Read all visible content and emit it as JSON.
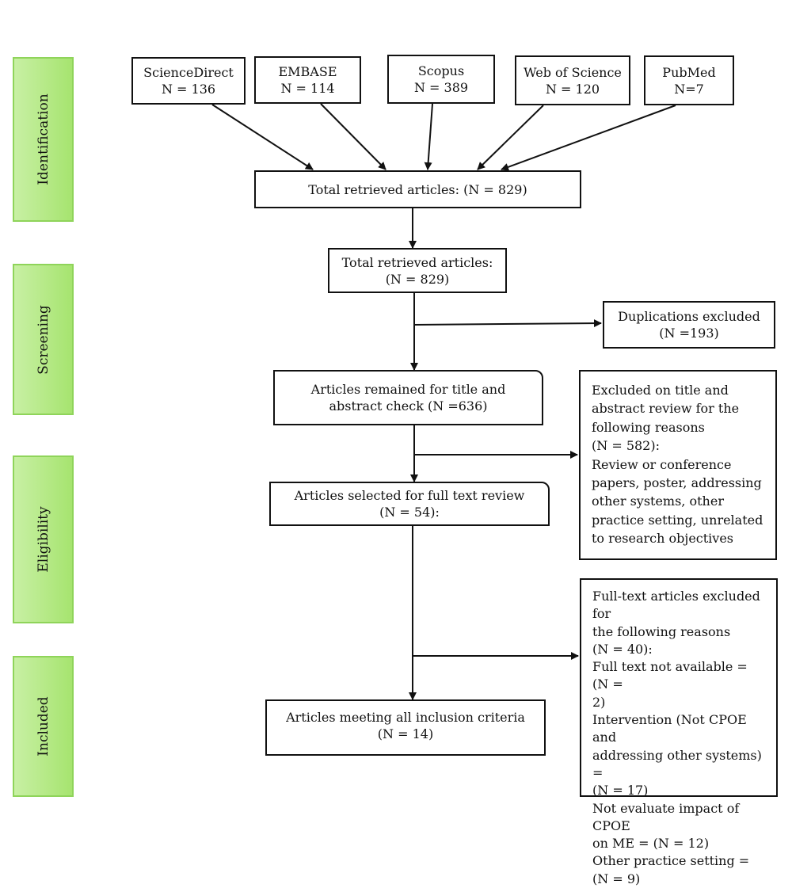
{
  "stages": {
    "identification": "Identification",
    "screening": "Screening",
    "eligibility": "Eligibility",
    "included": "Included"
  },
  "sources": [
    {
      "name": "ScienceDirect",
      "count": "N = 136"
    },
    {
      "name": "EMBASE",
      "count": "N = 114"
    },
    {
      "name": "Scopus",
      "count": "N = 389"
    },
    {
      "name": "Web of Science",
      "count": "N = 120"
    },
    {
      "name": "PubMed",
      "count": "N=7"
    }
  ],
  "total_retrieved": "Total retrieved articles: (N = 829)",
  "total_retrieved_2": {
    "line1": "Total retrieved articles:",
    "line2": "(N = 829)"
  },
  "duplications": {
    "line1": "Duplications excluded",
    "line2": "(N =193)"
  },
  "remained": {
    "line1": "Articles remained for title and",
    "line2": "abstract check (N =636)"
  },
  "excluded_title": [
    "Excluded on title and",
    "abstract review for the",
    "following reasons",
    "(N = 582):",
    "Review or conference",
    "papers, poster,   addressing",
    "other systems, other",
    "practice setting, unrelated",
    "to research objectives"
  ],
  "selected": {
    "line1": "Articles selected for full text review",
    "line2": "(N = 54):"
  },
  "excluded_fulltext": [
    "Full-text articles excluded for",
    "the following reasons",
    "(N = 40):",
    "Full text not available = (N =",
    "2)",
    "Intervention (Not CPOE and",
    "addressing other systems) =",
    "(N = 17)",
    "Not evaluate impact of CPOE",
    "on ME = (N = 12)",
    "Other practice setting =",
    "(N = 9)"
  ],
  "included": {
    "line1": "Articles meeting all inclusion criteria",
    "line2": "(N = 14)"
  }
}
